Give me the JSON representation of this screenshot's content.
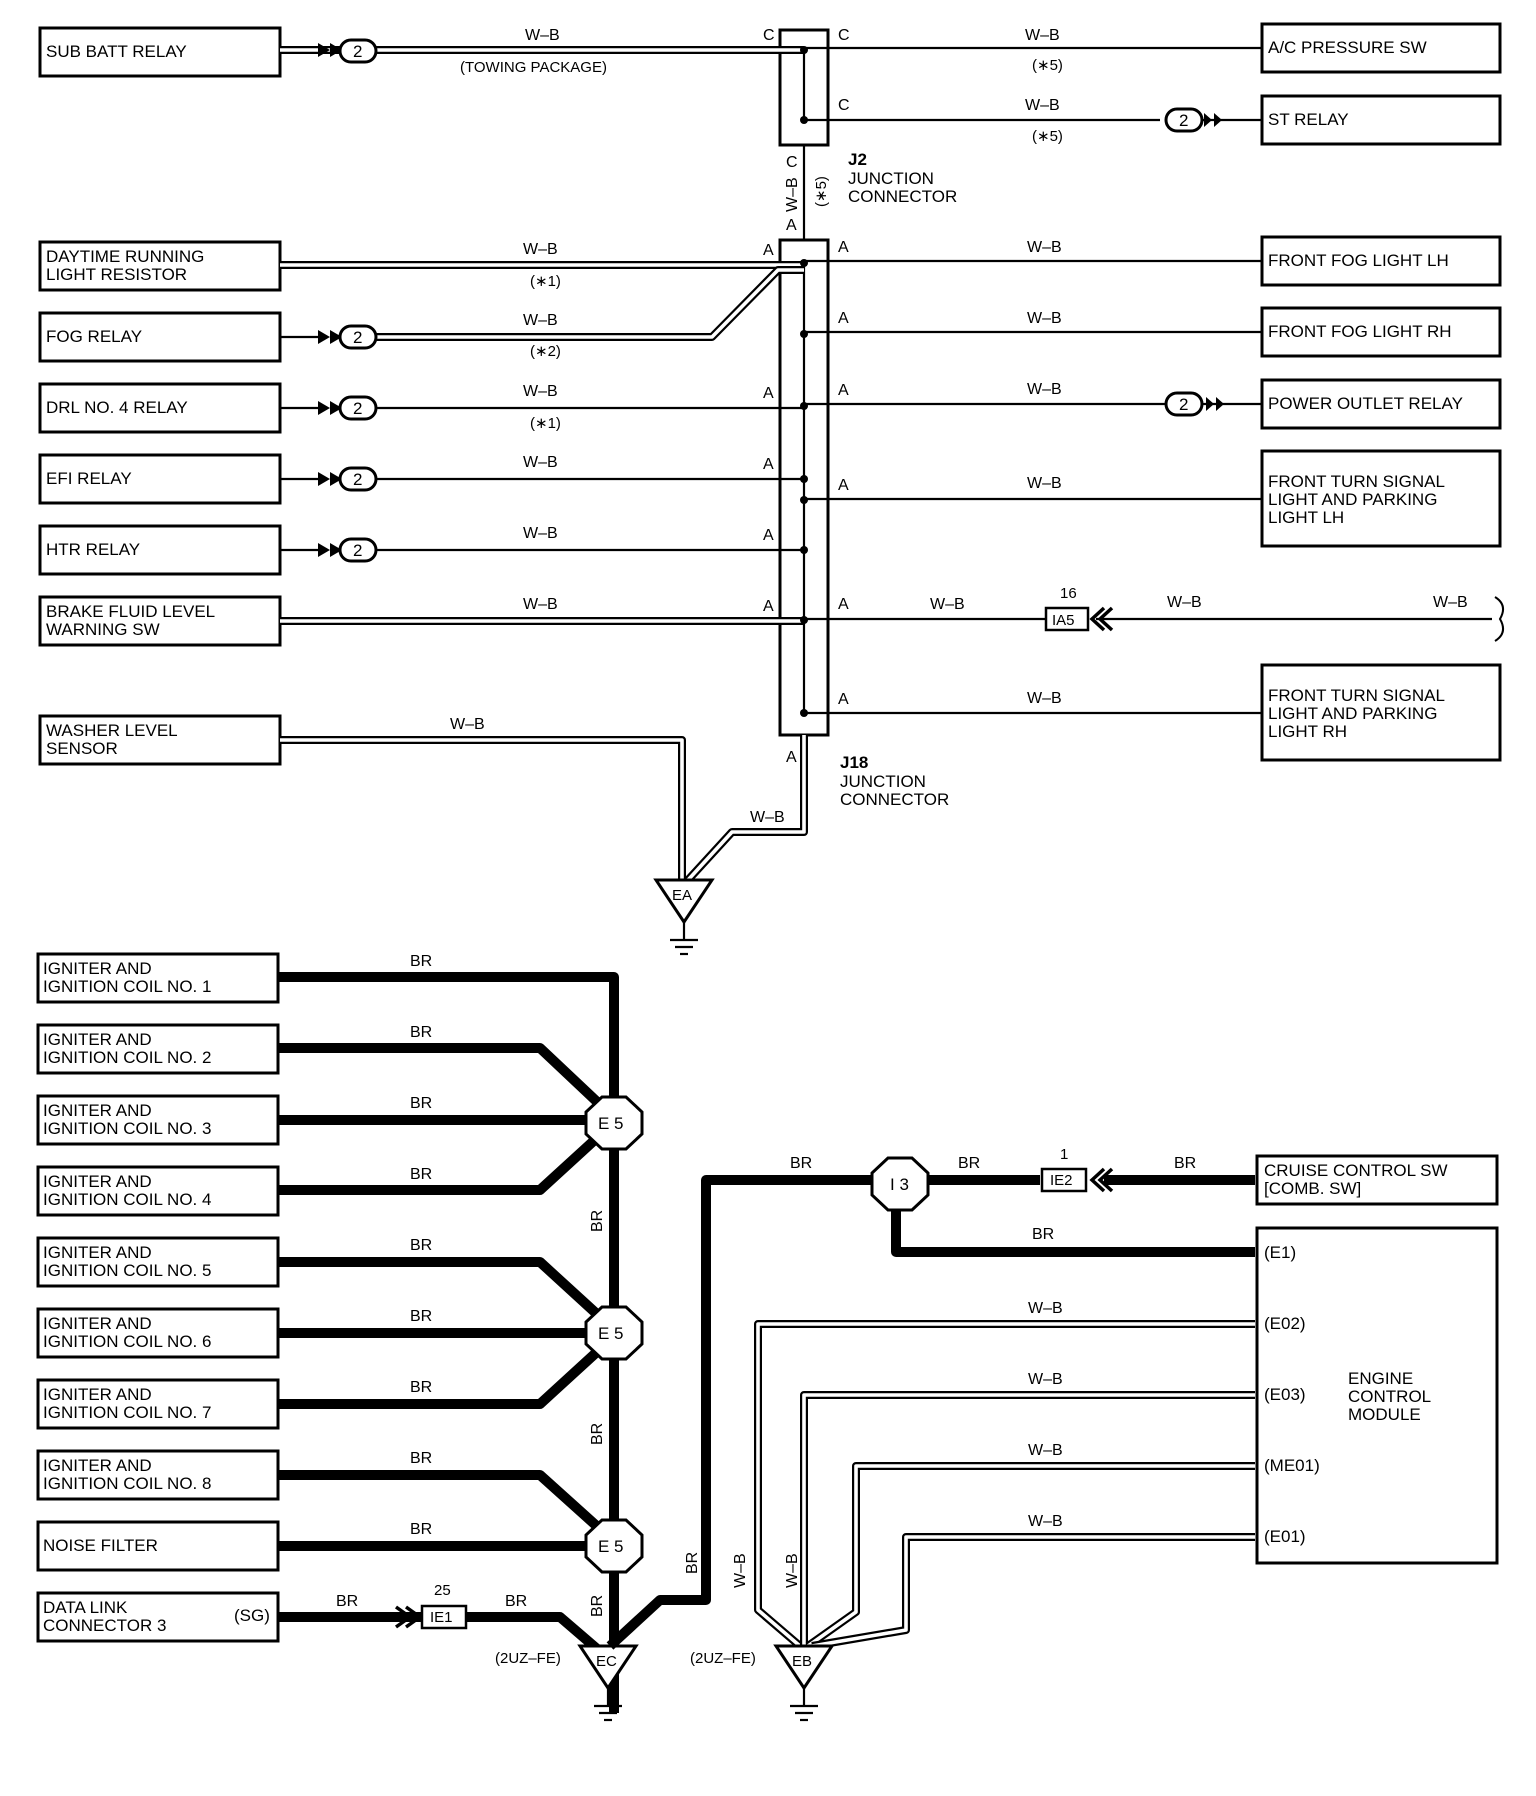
{
  "components": {
    "sub_batt_relay": "SUB BATT RELAY",
    "daytime_running_light_resistor": [
      "DAYTIME RUNNING",
      "LIGHT RESISTOR"
    ],
    "fog_relay": "FOG RELAY",
    "drl_no4_relay": "DRL NO. 4 RELAY",
    "efi_relay": "EFI RELAY",
    "htr_relay": "HTR RELAY",
    "brake_fluid_level_warning_sw": [
      "BRAKE FLUID LEVEL",
      "WARNING SW"
    ],
    "washer_level_sensor": [
      "WASHER LEVEL",
      "SENSOR"
    ],
    "ac_pressure_sw": "A/C PRESSURE SW",
    "st_relay": "ST RELAY",
    "front_fog_light_lh": "FRONT FOG LIGHT LH",
    "front_fog_light_rh": "FRONT FOG LIGHT RH",
    "power_outlet_relay": "POWER OUTLET RELAY",
    "front_turn_signal_lh": [
      "FRONT TURN SIGNAL",
      "LIGHT AND PARKING",
      "LIGHT LH"
    ],
    "front_turn_signal_rh": [
      "FRONT TURN SIGNAL",
      "LIGHT AND PARKING",
      "LIGHT RH"
    ],
    "igniter_1": [
      "IGNITER AND",
      "IGNITION COIL NO. 1"
    ],
    "igniter_2": [
      "IGNITER AND",
      "IGNITION COIL NO. 2"
    ],
    "igniter_3": [
      "IGNITER AND",
      "IGNITION COIL NO. 3"
    ],
    "igniter_4": [
      "IGNITER AND",
      "IGNITION COIL NO. 4"
    ],
    "igniter_5": [
      "IGNITER AND",
      "IGNITION COIL NO. 5"
    ],
    "igniter_6": [
      "IGNITER AND",
      "IGNITION COIL NO. 6"
    ],
    "igniter_7": [
      "IGNITER AND",
      "IGNITION COIL NO. 7"
    ],
    "igniter_8": [
      "IGNITER AND",
      "IGNITION COIL NO. 8"
    ],
    "noise_filter": "NOISE FILTER",
    "data_link_connector_3": [
      "DATA LINK",
      "CONNECTOR 3"
    ],
    "dlc3_terminal": "(SG)",
    "cruise_control_sw": [
      "CRUISE CONTROL SW",
      "[COMB.  SW]"
    ],
    "engine_control_module": [
      "ENGINE",
      "CONTROL",
      "MODULE"
    ],
    "ecm_terminals": [
      "(E1)",
      "(E02)",
      "(E03)",
      "(ME01)",
      "(E01)"
    ]
  },
  "junctions": {
    "j2": {
      "id": "J2",
      "name": [
        "JUNCTION",
        "CONNECTOR"
      ]
    },
    "j18": {
      "id": "J18",
      "name": [
        "JUNCTION",
        "CONNECTOR"
      ]
    }
  },
  "wire_colors": {
    "wb": "W–B",
    "br": "BR"
  },
  "notes": {
    "towing": "(TOWING PACKAGE)",
    "n1": "(∗1)",
    "n2": "(∗2)",
    "n5": "(∗5)",
    "engine": "(2UZ–FE)"
  },
  "pins": {
    "a": "A",
    "c": "C"
  },
  "connectors": {
    "ia5": "IA5",
    "ia5_pin": "16",
    "ie2": "IE2",
    "ie2_pin": "1",
    "ie1": "IE1",
    "ie1_pin": "25",
    "splice_2": "2",
    "e5": "E 5",
    "i3": "I 3"
  },
  "grounds": {
    "ea": "EA",
    "ec": "EC",
    "eb": "EB"
  },
  "colors": {
    "line": "#000000",
    "background": "#ffffff"
  }
}
